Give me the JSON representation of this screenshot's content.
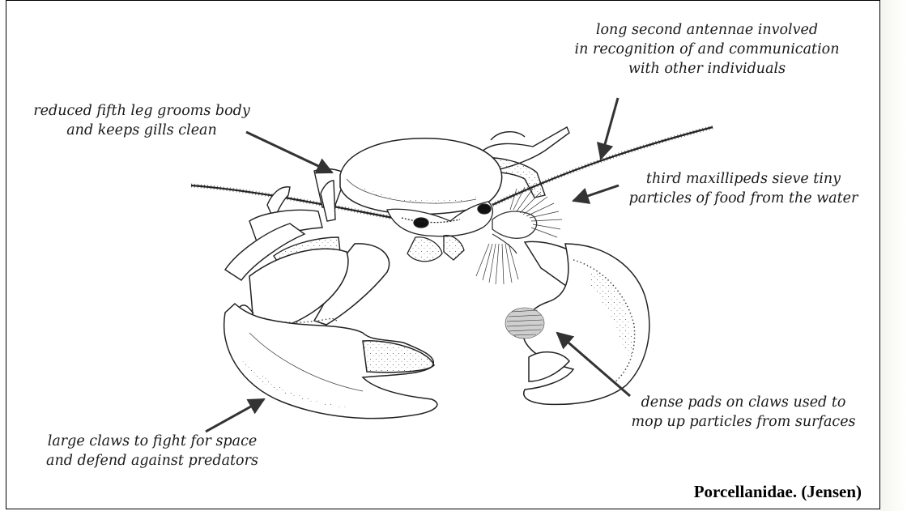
{
  "annotations": {
    "antennae": [
      "long second antennae involved",
      "in recognition of and communication",
      "with other individuals"
    ],
    "fifth_leg": [
      "reduced fifth leg grooms body",
      "and keeps gills clean"
    ],
    "maxillipeds": [
      "third maxillipeds sieve tiny",
      "particles of food from the water"
    ],
    "dense_pads": [
      "dense pads on claws used to",
      "mop up particles from surfaces"
    ],
    "large_claws": [
      "large claws to fight for space",
      "and defend against predators"
    ]
  },
  "caption": "Porcellanidae. (Jensen)"
}
